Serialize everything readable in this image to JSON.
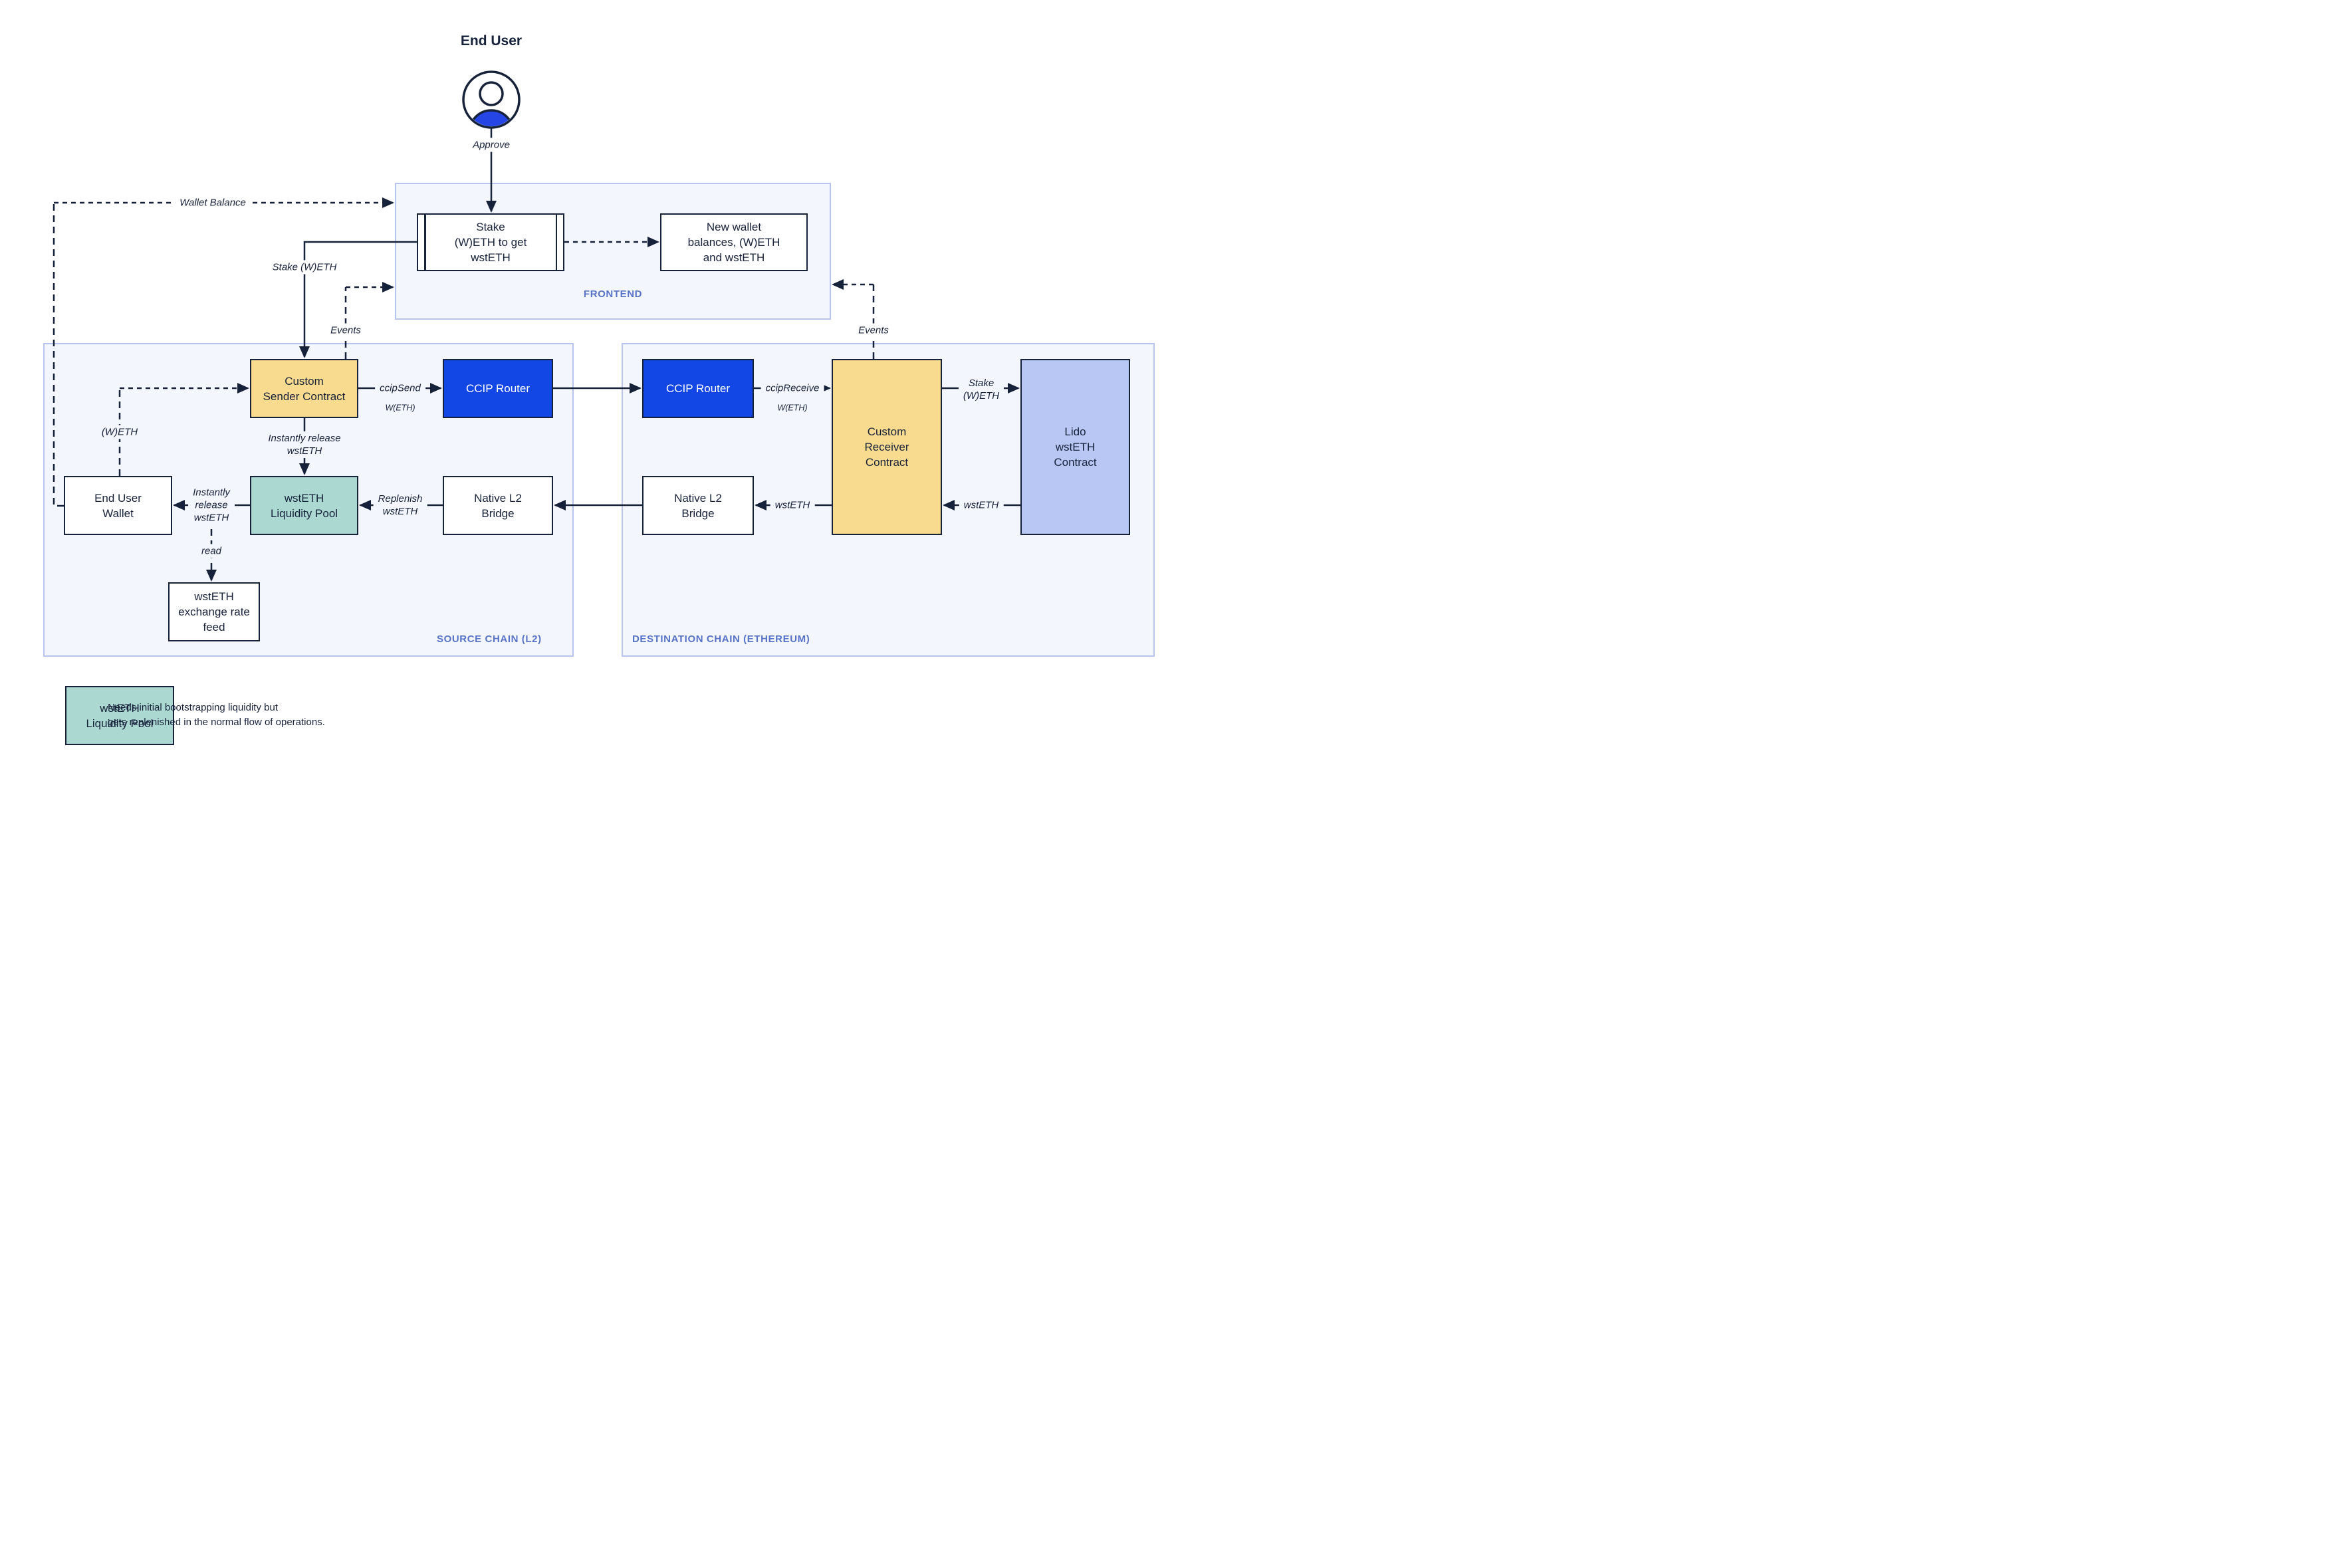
{
  "title": "End User",
  "containers": {
    "frontend": "FRONTEND",
    "source": "SOURCE CHAIN (L2)",
    "destination": "DESTINATION CHAIN (ETHEREUM)"
  },
  "nodes": {
    "stake_box": "Stake\n(W)ETH to get\nwstETH",
    "new_wallet": "New wallet\nbalances, (W)ETH\nand wstETH",
    "custom_sender": "Custom\nSender Contract",
    "ccip_router_src": "CCIP Router",
    "ccip_router_dst": "CCIP Router",
    "custom_receiver": "Custom\nReceiver\nContract",
    "lido_contract": "Lido\nwstETH\nContract",
    "end_user_wallet": "End User\nWallet",
    "liquidity_pool": "wstETH\nLiquidity Pool",
    "bridge_src": "Native L2\nBridge",
    "bridge_dst": "Native L2\nBridge",
    "rate_feed": "wstETH\nexchange rate\nfeed"
  },
  "labels": {
    "approve": "Approve",
    "wallet_balance": "Wallet Balance",
    "stake_weth_left": "Stake (W)ETH",
    "events_left": "Events",
    "events_right": "Events",
    "ccip_send": "ccipSend",
    "ccip_send_sub": "W(ETH)",
    "ccip_receive": "ccipReceive",
    "ccip_receive_sub": "W(ETH)",
    "stake_weth_right": "Stake\n(W)ETH",
    "weth": "(W)ETH",
    "instantly_release_two_line": "Instantly release\nwstETH",
    "instantly_release_three_line": "Instantly\nrelease\nwstETH",
    "replenish": "Replenish\nwstETH",
    "wsteth_mid": "wstETH",
    "wsteth_right": "wstETH",
    "read": "read"
  },
  "legend": {
    "box": "wstETH\nLiquidity Pool",
    "note": "Needs initial bootstrapping liquidity but\ngets replenished in the normal flow of operations."
  },
  "colors": {
    "yellow": "#f8db8e",
    "ccip_blue": "#1347e5",
    "teal": "#acd8d2",
    "lavender": "#b9c7f4",
    "panel_bg": "#f4f6fd",
    "panel_border": "#b7c4f0",
    "line": "#16213a",
    "section_label_blue": "#5673c8",
    "avatar_blue": "#2546e4",
    "white": "#ffffff"
  }
}
